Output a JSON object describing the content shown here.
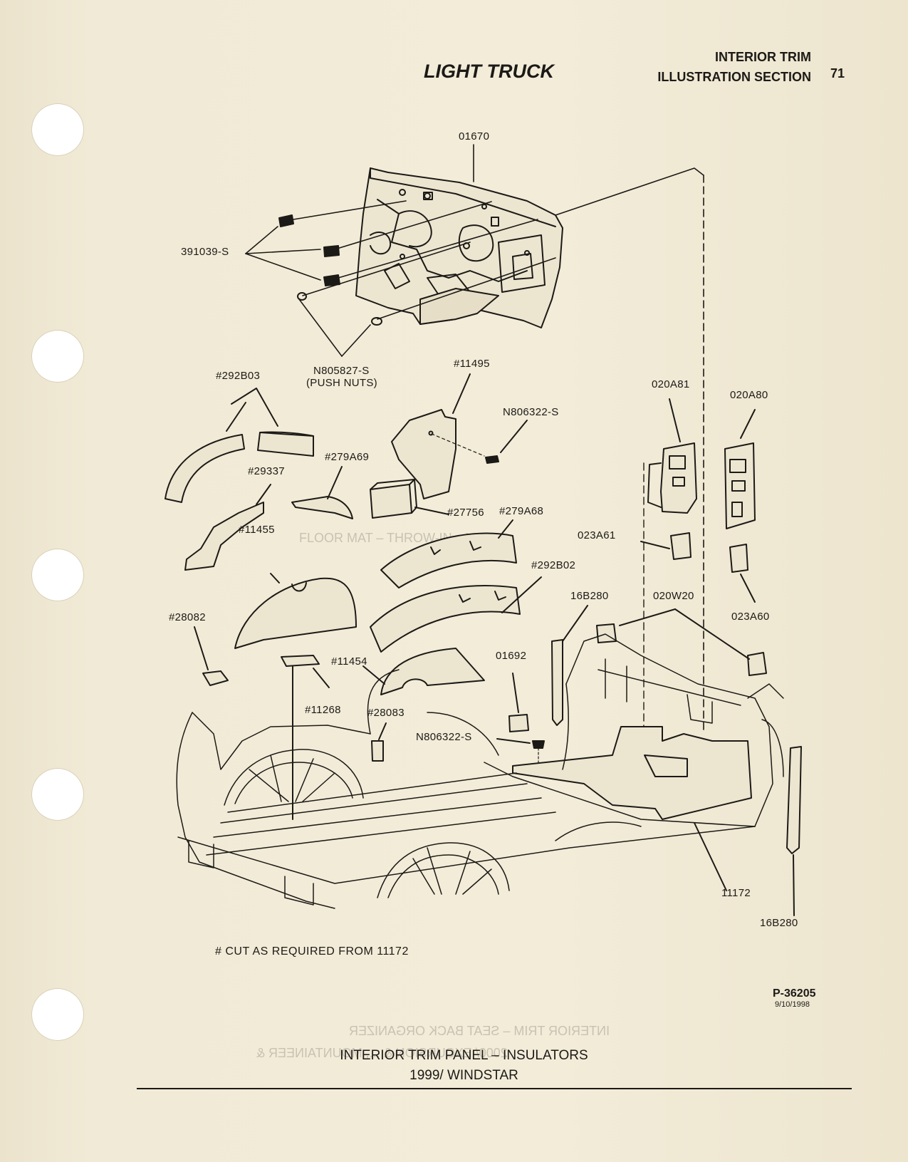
{
  "header": {
    "section_line1": "INTERIOR TRIM",
    "section_line2": "ILLUSTRATION SECTION",
    "page_number": "71",
    "title": "LIGHT TRUCK"
  },
  "callouts": {
    "c01670": "01670",
    "c391039": "391039-S",
    "cN805827": "N805827-S",
    "cPushNuts": "(PUSH NUTS)",
    "c11495": "#11495",
    "c292B03": "#292B03",
    "cN806322a": "N806322-S",
    "c020A81": "020A81",
    "c020A80": "020A80",
    "c29337": "#29337",
    "c279A69": "#279A69",
    "c27756": "#27756",
    "c279A68": "#279A68",
    "c11455": "#11455",
    "c023A61": "023A61",
    "c292B02": "#292B02",
    "c16B280a": "16B280",
    "c020W20": "020W20",
    "c023A60": "023A60",
    "c28082": "#28082",
    "c01692": "01692",
    "c11454": "#11454",
    "c11268": "#11268",
    "c28083": "#28083",
    "cN806322b": "N806322-S",
    "c11172": "11172",
    "c16B280b": "16B280"
  },
  "footnote": "#  CUT AS REQUIRED FROM 11172",
  "figure_number": "P-36205",
  "figure_date": "9/10/1998",
  "caption_line1": "INTERIOR TRIM PANEL – INSULATORS",
  "caption_line2": "1999/ WINDSTAR",
  "bleed_through": {
    "line1": "INTERIOR TRIM – SEAT BACK ORGANIZER",
    "line2": "2000/ EXCURSION & ..., MOUNTAINEER &",
    "line3": "FLOOR MAT – THROW-IN – VINYL"
  }
}
